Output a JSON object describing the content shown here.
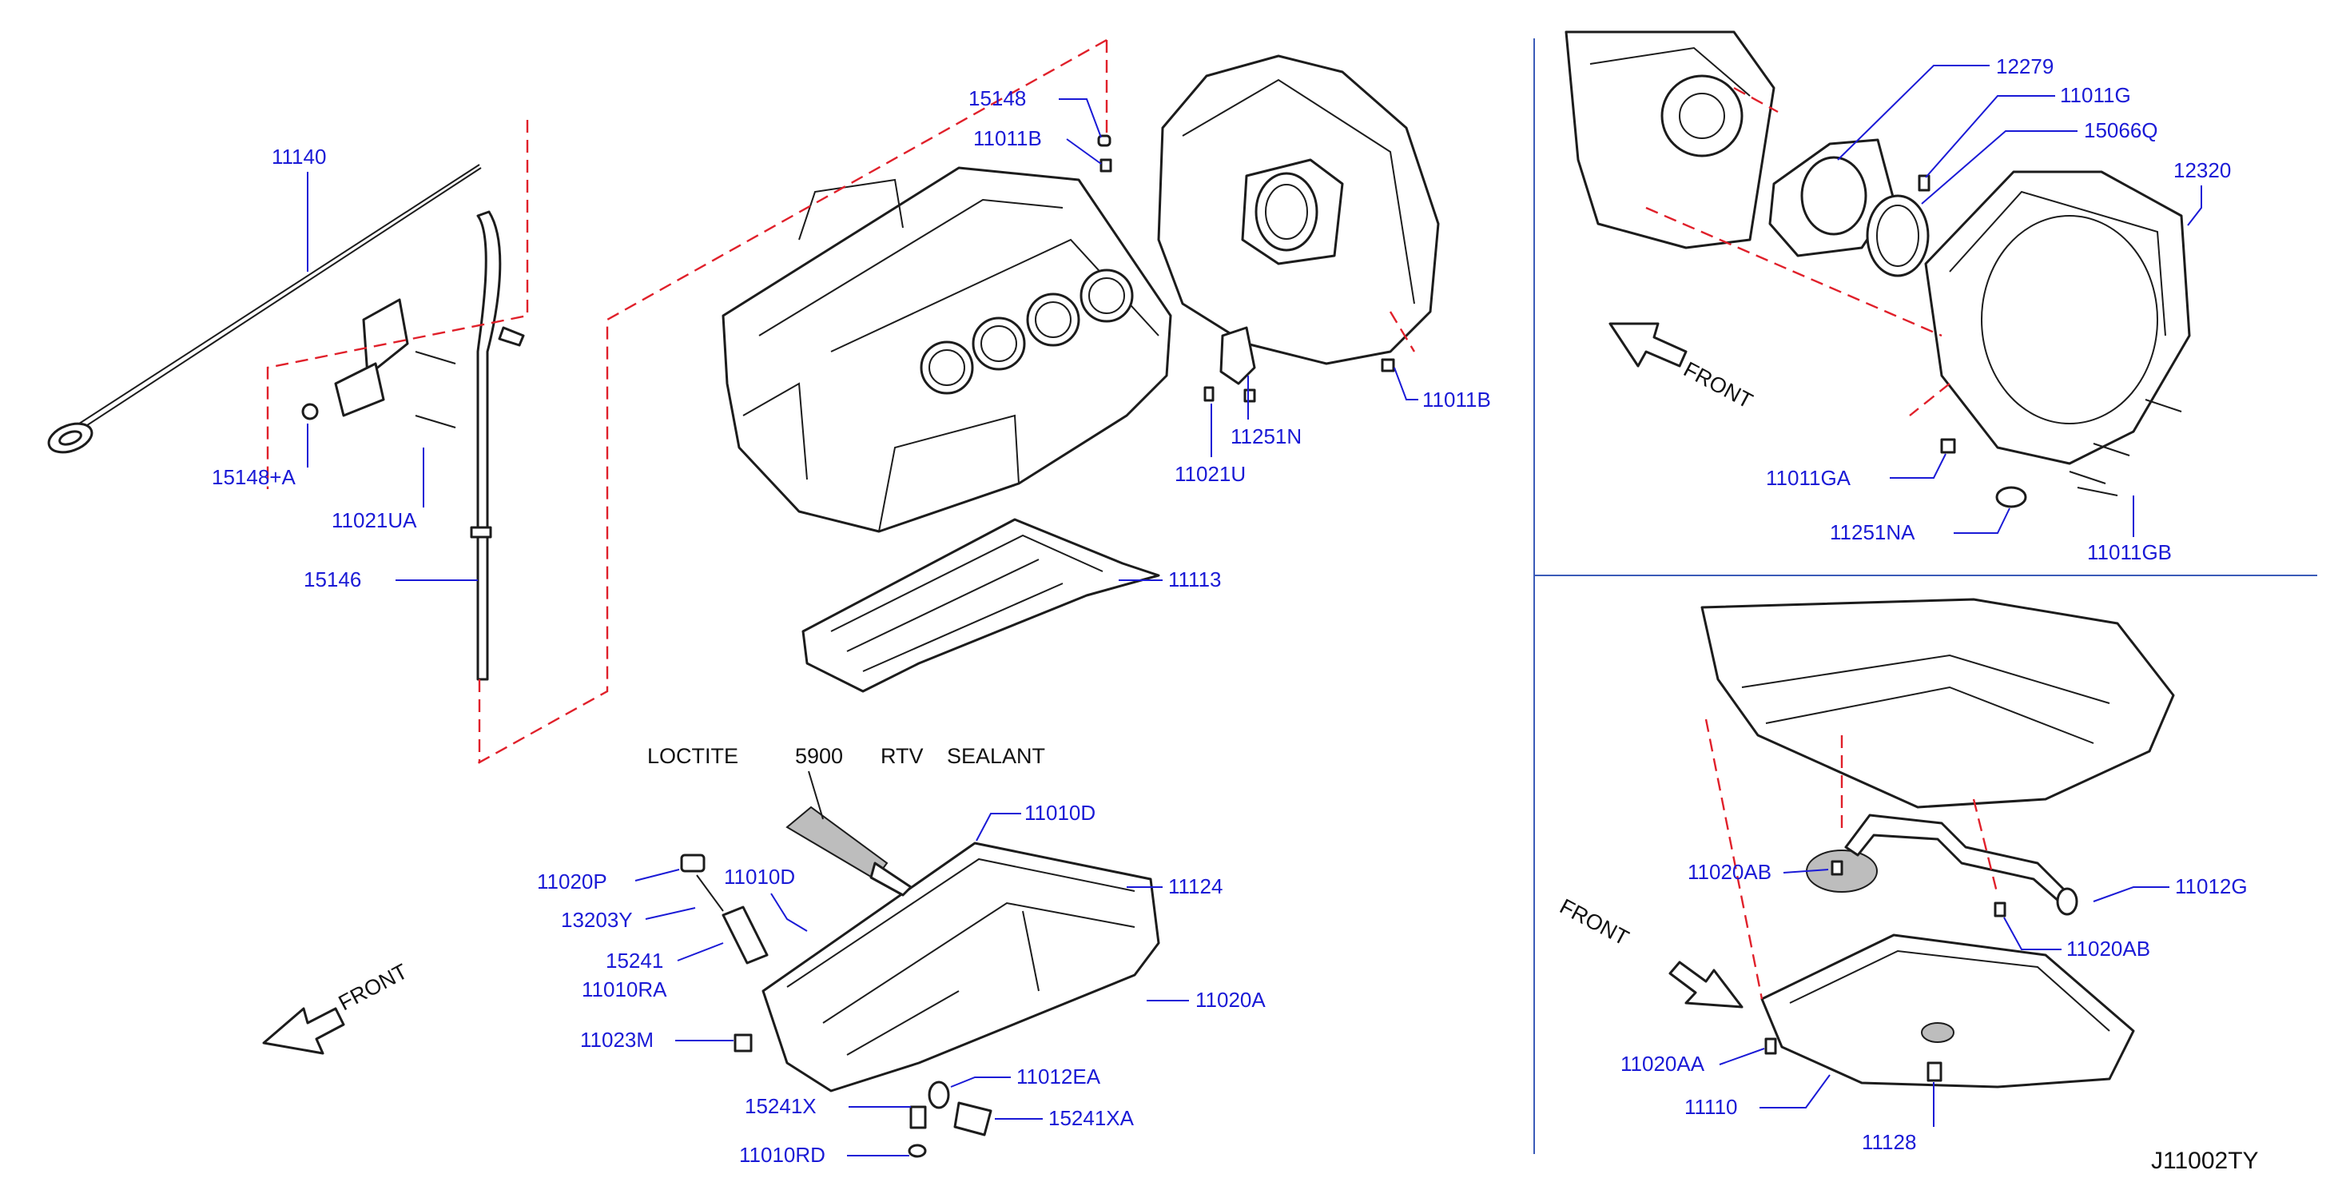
{
  "diagram_code": "J11002TY",
  "sealant_note": {
    "w1": "LOCTITE",
    "w2": "5900",
    "w3": "RTV",
    "w4": "SEALANT"
  },
  "front_label": "FRONT",
  "left_panel_labels": {
    "p11140": "11140",
    "p15148_a": "15148+A",
    "p11021UA": "11021UA",
    "p15146": "15146",
    "p15148": "15148",
    "p11011B_top": "11011B",
    "p11011B_right": "11011B",
    "p11251N": "11251N",
    "p11021U": "11021U",
    "p11113": "11113",
    "p11010D_top": "11010D",
    "p11010D_mid": "11010D",
    "p11124": "11124",
    "p11020P": "11020P",
    "p13203Y": "13203Y",
    "p15241": "15241",
    "p11010RA": "11010RA",
    "p11020A": "11020A",
    "p11023M": "11023M",
    "p11012EA": "11012EA",
    "p15241X": "15241X",
    "p15241XA": "15241XA",
    "p11010RD": "11010RD"
  },
  "top_right_labels": {
    "p12279": "12279",
    "p11011G": "11011G",
    "p15066Q": "15066Q",
    "p12320": "12320",
    "p11011GA": "11011GA",
    "p11251NA": "11251NA",
    "p11011GB": "11011GB"
  },
  "bottom_right_labels": {
    "p11020AB_top": "11020AB",
    "p11012G": "11012G",
    "p11020AB_bot": "11020AB",
    "p11020AA": "11020AA",
    "p11110": "11110",
    "p11128": "11128"
  }
}
